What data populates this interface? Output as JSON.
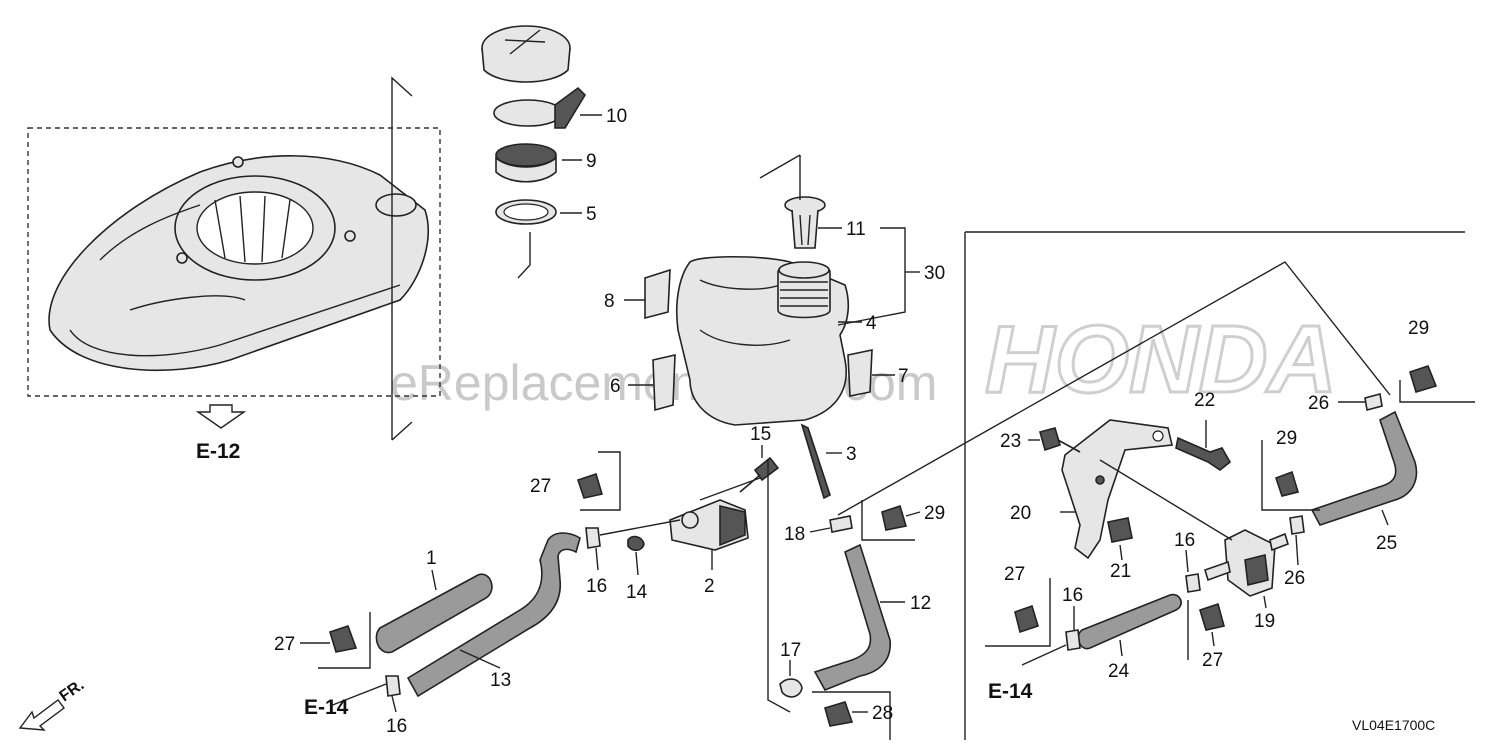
{
  "watermark": "eReplacementParts.com",
  "brand_watermark": "HONDA",
  "drawing_code": "VL04E1700C",
  "direction_label": "FR.",
  "reference_labels": {
    "e12": "E-12",
    "e14_left": "E-14",
    "e14_right": "E-14"
  },
  "callouts": {
    "c10": "10",
    "c9": "9",
    "c5": "5",
    "c11": "11",
    "c30": "30",
    "c4": "4",
    "c8": "8",
    "c6": "6",
    "c7": "7",
    "c3": "3",
    "c15": "15",
    "c27a": "27",
    "c18": "18",
    "c29a": "29",
    "c1": "1",
    "c16a": "16",
    "c14": "14",
    "c2": "2",
    "c12": "12",
    "c27b": "27",
    "c13": "13",
    "c17": "17",
    "c16b": "16",
    "c28": "28",
    "c29b": "29",
    "c26a": "26",
    "c22": "22",
    "c23": "23",
    "c29c": "29",
    "c20": "20",
    "c25": "25",
    "c21": "21",
    "c16c": "16",
    "c26b": "26",
    "c27c": "27",
    "c16d": "16",
    "c19": "19",
    "c27d": "27",
    "c24": "24"
  }
}
